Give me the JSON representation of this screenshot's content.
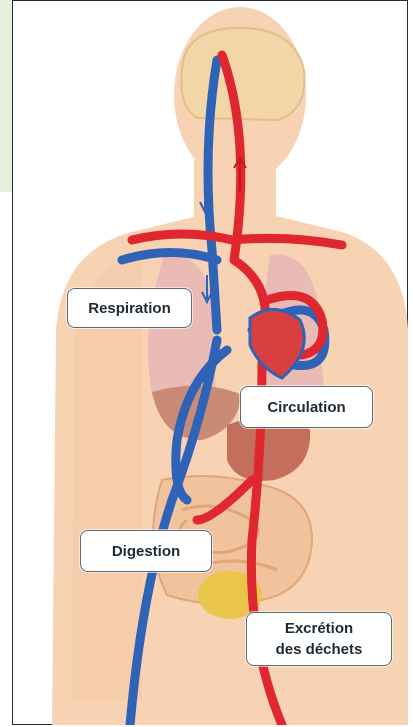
{
  "labels": {
    "respiration": "Respiration",
    "circulation": "Circulation",
    "digestion": "Digestion",
    "excretion_line1": "Excrétion",
    "excretion_line2": "des déchets"
  },
  "colors": {
    "skin": "#f7d3b3",
    "skin_shadow": "#efc29e",
    "brain": "#f2d6a8",
    "artery": "#e0262f",
    "vein": "#2f63b8",
    "lungs": "#e8b6b4",
    "liver": "#c98a76",
    "stomach": "#c46e5e",
    "intestine": "#f0c39c",
    "bladder": "#e9c64a",
    "panel": "#e6eedc",
    "label_border": "#5a6b78"
  }
}
